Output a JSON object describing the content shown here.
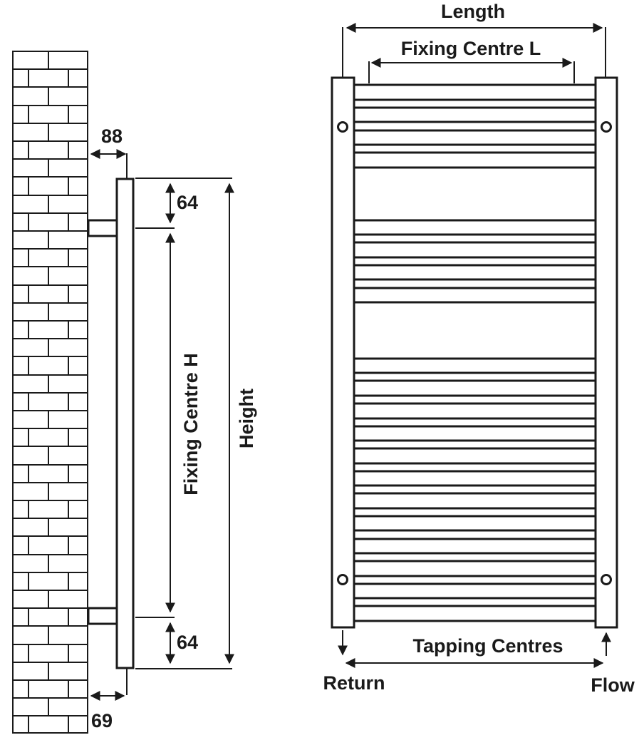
{
  "labels": {
    "length": "Length",
    "fixing_centre_l": "Fixing Centre L",
    "wall_offset_top": "88",
    "top_offset": "64",
    "fixing_centre_h": "Fixing Centre H",
    "height": "Height",
    "bottom_offset": "64",
    "wall_offset_bottom": "69",
    "tapping_centres": "Tapping Centres",
    "return": "Return",
    "flow": "Flow"
  },
  "colors": {
    "ink": "#1a1a1a",
    "background": "#ffffff"
  }
}
